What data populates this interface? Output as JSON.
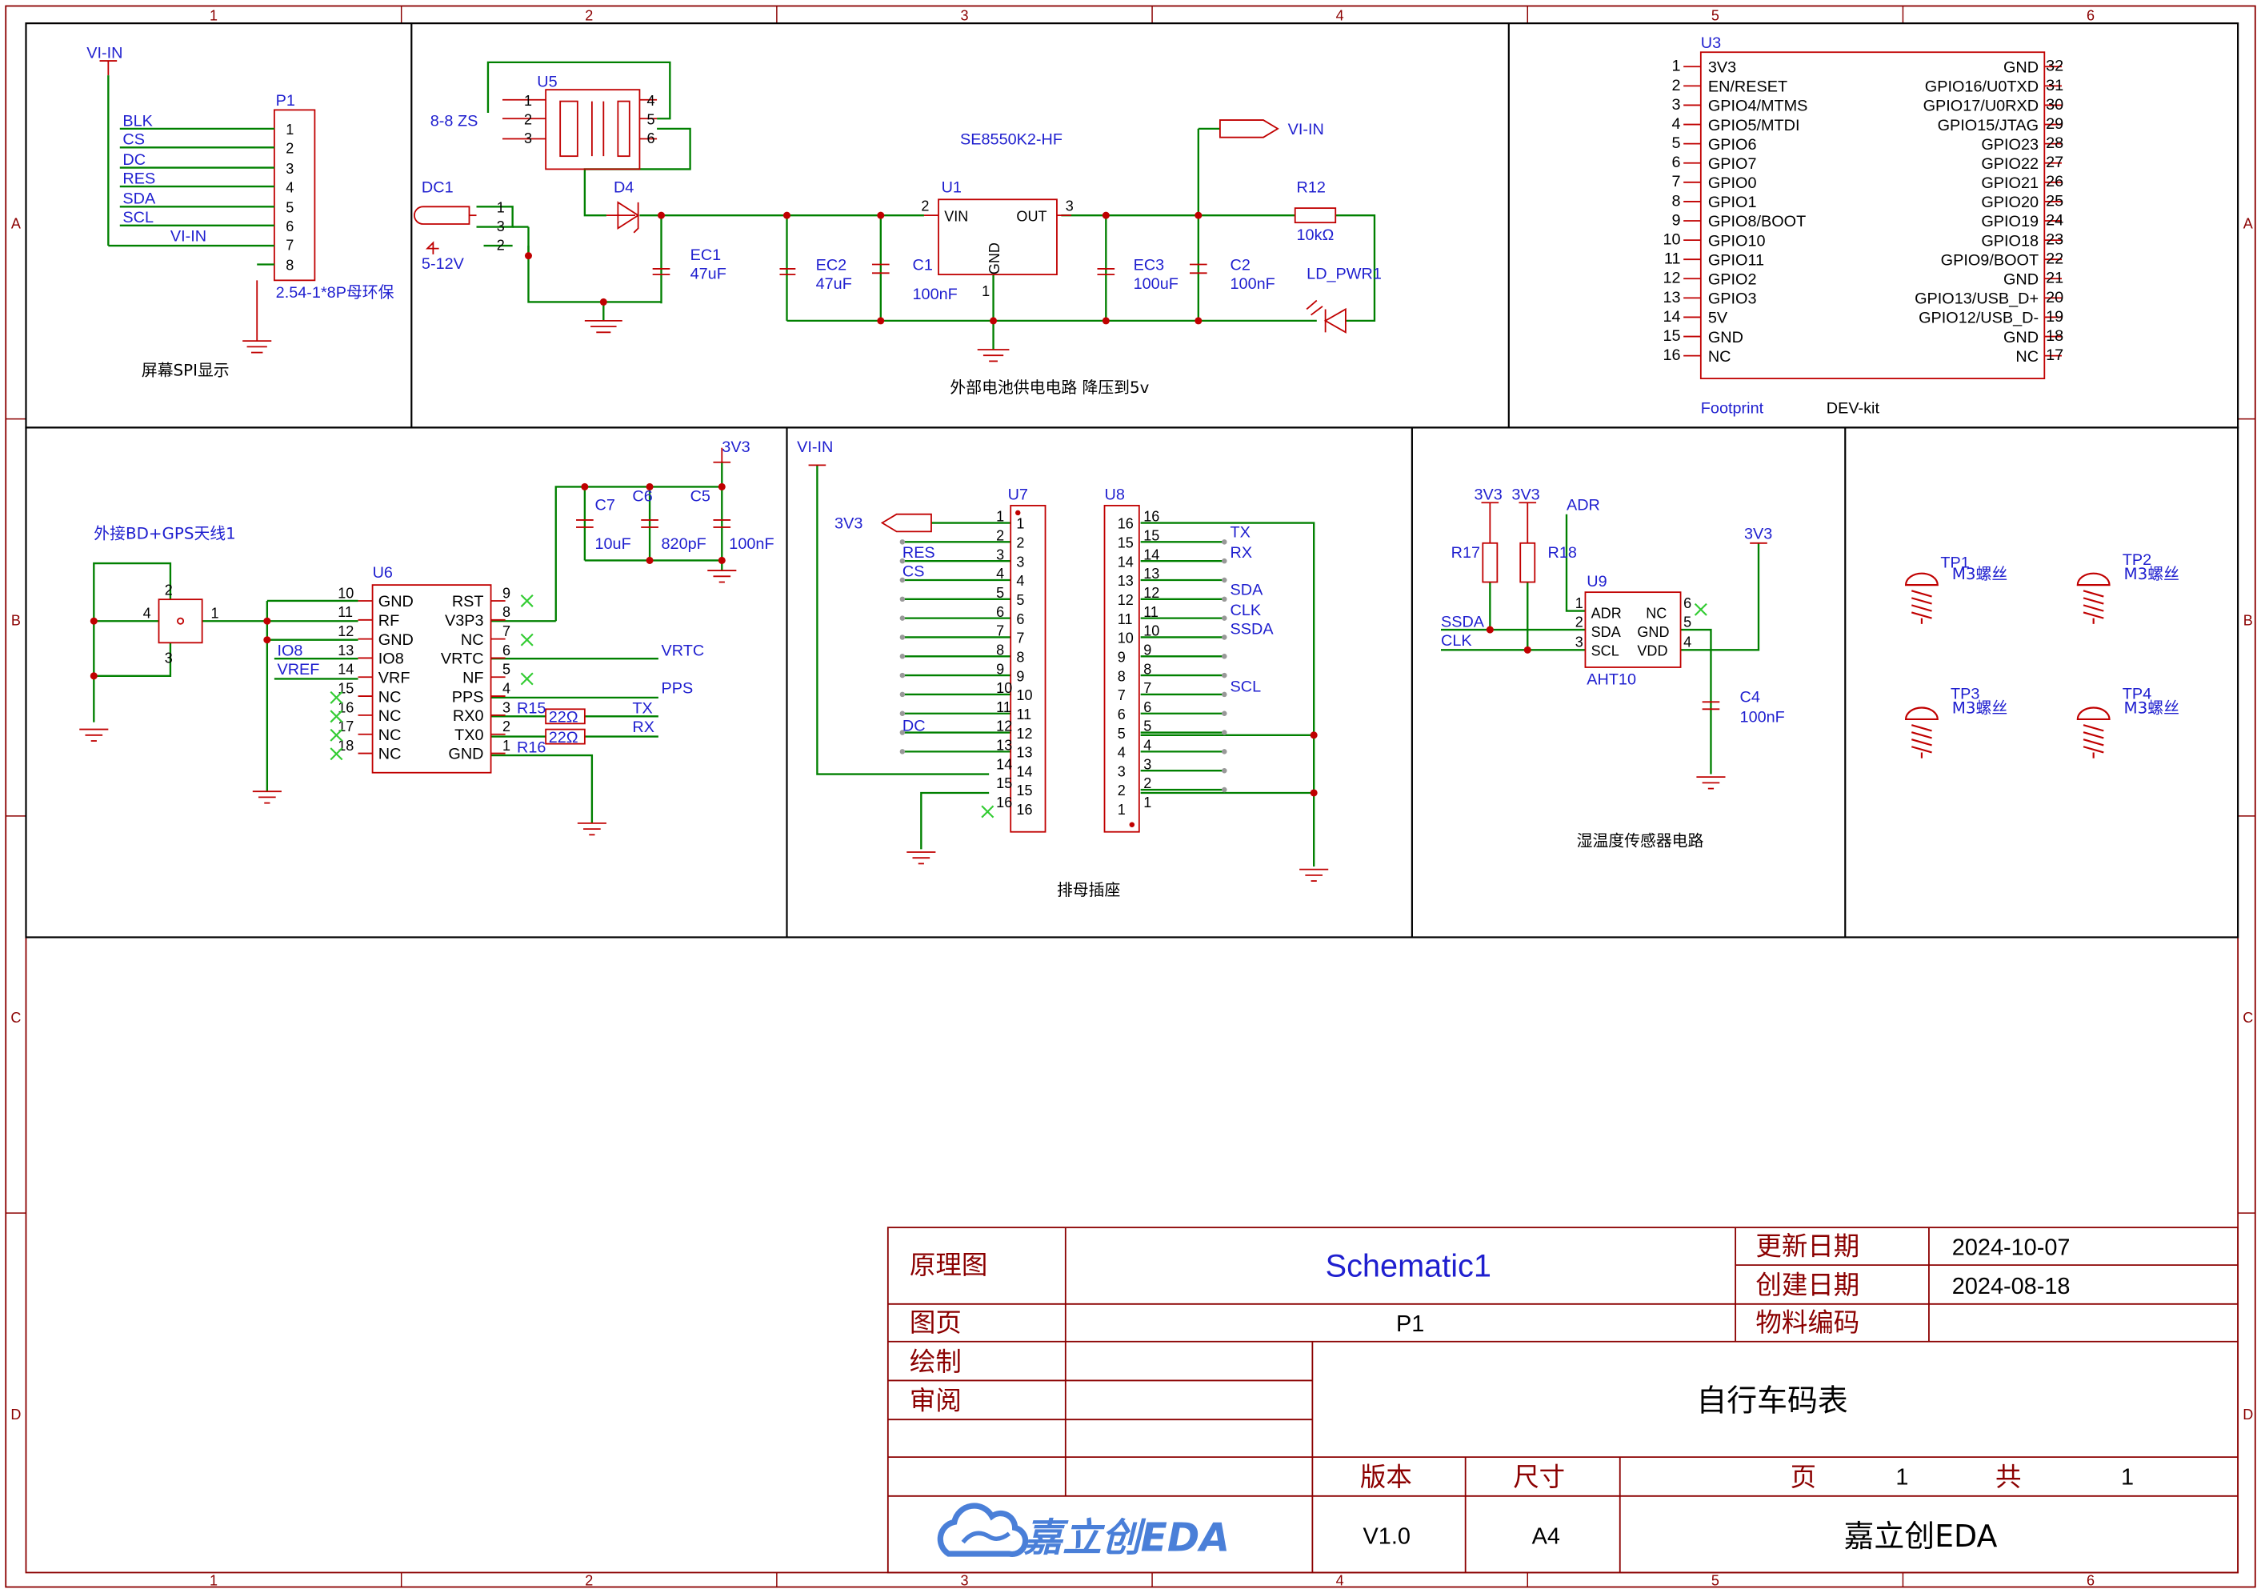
{
  "colors": {
    "frame": "#8b0000",
    "wire": "#008000",
    "component": "#c00000",
    "label_blue": "#1f1fcf",
    "text_black": "#000000",
    "noconnect": "#33cc33",
    "title_brand": "#4a7fd8"
  },
  "frame": {
    "columns": [
      "1",
      "2",
      "3",
      "4",
      "5",
      "6"
    ],
    "rows": [
      "A",
      "B",
      "C",
      "D"
    ]
  },
  "sections": {
    "spi_display": {
      "caption": "屏幕SPI显示",
      "vin_label": "VI-IN",
      "connector": {
        "ref": "P1",
        "value": "2.54-1*8P母环保",
        "pins": [
          "1",
          "2",
          "3",
          "4",
          "5",
          "6",
          "7",
          "8"
        ],
        "nets": [
          "BLK",
          "CS",
          "DC",
          "RES",
          "SDA",
          "SCL",
          "VI-IN"
        ]
      }
    },
    "power": {
      "caption": "外部电池供电电路 降压到5v",
      "switch": {
        "ref": "U5",
        "value": "8-8 ZS",
        "pins": [
          "1",
          "2",
          "3",
          "4",
          "5",
          "6"
        ]
      },
      "jack": {
        "ref": "DC1",
        "value": "5-12V",
        "pins": [
          "1",
          "3",
          "2"
        ]
      },
      "diode": {
        "ref": "D4"
      },
      "regulator": {
        "ref": "U1",
        "value": "SE8550K2-HF",
        "vin": "VIN",
        "out": "OUT",
        "gnd": "GND",
        "pins": [
          "2",
          "3",
          "1"
        ]
      },
      "caps": [
        {
          "ref": "EC1",
          "value": "47uF"
        },
        {
          "ref": "EC2",
          "value": "47uF"
        },
        {
          "ref": "C1",
          "value": "100nF"
        },
        {
          "ref": "EC3",
          "value": "100uF"
        },
        {
          "ref": "C2",
          "value": "100nF"
        }
      ],
      "resistor": {
        "ref": "R12",
        "value": "10kΩ"
      },
      "led": {
        "ref": "LD_PWR1"
      },
      "vin_flag": "VI-IN"
    },
    "esp32": {
      "ref": "U3",
      "footprint_label": "Footprint",
      "footprint_value": "DEV-kit",
      "left_pins": [
        {
          "num": "1",
          "name": "3V3"
        },
        {
          "num": "2",
          "name": "EN/RESET"
        },
        {
          "num": "3",
          "name": "GPIO4/MTMS"
        },
        {
          "num": "4",
          "name": "GPIO5/MTDI"
        },
        {
          "num": "5",
          "name": "GPIO6"
        },
        {
          "num": "6",
          "name": "GPIO7"
        },
        {
          "num": "7",
          "name": "GPIO0"
        },
        {
          "num": "8",
          "name": "GPIO1"
        },
        {
          "num": "9",
          "name": "GPIO8/BOOT"
        },
        {
          "num": "10",
          "name": "GPIO10"
        },
        {
          "num": "11",
          "name": "GPIO11"
        },
        {
          "num": "12",
          "name": "GPIO2"
        },
        {
          "num": "13",
          "name": "GPIO3"
        },
        {
          "num": "14",
          "name": "5V"
        },
        {
          "num": "15",
          "name": "GND"
        },
        {
          "num": "16",
          "name": "NC"
        }
      ],
      "right_pins": [
        {
          "num": "32",
          "name": "GND"
        },
        {
          "num": "31",
          "name": "GPIO16/U0TXD"
        },
        {
          "num": "30",
          "name": "GPIO17/U0RXD"
        },
        {
          "num": "29",
          "name": "GPIO15/JTAG"
        },
        {
          "num": "28",
          "name": "GPIO23"
        },
        {
          "num": "27",
          "name": "GPIO22"
        },
        {
          "num": "26",
          "name": "GPIO21"
        },
        {
          "num": "25",
          "name": "GPIO20"
        },
        {
          "num": "24",
          "name": "GPIO19"
        },
        {
          "num": "23",
          "name": "GPIO18"
        },
        {
          "num": "22",
          "name": "GPIO9/BOOT"
        },
        {
          "num": "21",
          "name": "GND"
        },
        {
          "num": "20",
          "name": "GPIO13/USB_D+"
        },
        {
          "num": "19",
          "name": "GPIO12/USB_D-"
        },
        {
          "num": "18",
          "name": "GND"
        },
        {
          "num": "17",
          "name": "NC"
        }
      ]
    },
    "gps": {
      "antenna_label": "外接BD+GPS天线1",
      "antenna_pins": [
        "2",
        "4",
        "1",
        "3"
      ],
      "module_ref": "U6",
      "left_pins": [
        {
          "num": "10",
          "name": "GND"
        },
        {
          "num": "11",
          "name": "RF"
        },
        {
          "num": "12",
          "name": "GND"
        },
        {
          "num": "13",
          "name": "IO8"
        },
        {
          "num": "14",
          "name": "VRF"
        },
        {
          "num": "15",
          "name": "NC"
        },
        {
          "num": "16",
          "name": "NC"
        },
        {
          "num": "17",
          "name": "NC"
        },
        {
          "num": "18",
          "name": "NC"
        }
      ],
      "right_pins": [
        {
          "num": "9",
          "name": "RST"
        },
        {
          "num": "8",
          "name": "V3P3"
        },
        {
          "num": "7",
          "name": "NC"
        },
        {
          "num": "6",
          "name": "VRTC"
        },
        {
          "num": "5",
          "name": "NF"
        },
        {
          "num": "4",
          "name": "PPS"
        },
        {
          "num": "3",
          "name": "RX0"
        },
        {
          "num": "2",
          "name": "TX0"
        },
        {
          "num": "1",
          "name": "GND"
        }
      ],
      "net_io8": "IO8",
      "net_vref": "VREF",
      "net_vrtc": "VRTC",
      "net_pps": "PPS",
      "net_tx": "TX",
      "net_rx": "RX",
      "power_flag": "3V3",
      "caps": [
        {
          "ref": "C7",
          "value": "10uF"
        },
        {
          "ref": "C6",
          "value": "820pF"
        },
        {
          "ref": "C5",
          "value": "100nF"
        }
      ],
      "resistors": [
        {
          "ref": "R15",
          "value": "22Ω"
        },
        {
          "ref": "R16",
          "value": "22Ω"
        }
      ]
    },
    "headers": {
      "caption": "排母插座",
      "vin_label": "VI-IN",
      "flag_3v3": "3V3",
      "u7": {
        "ref": "U7",
        "pins": [
          "1",
          "2",
          "3",
          "4",
          "5",
          "6",
          "7",
          "8",
          "9",
          "10",
          "11",
          "12",
          "13",
          "14",
          "15",
          "16"
        ]
      },
      "u8": {
        "ref": "U8",
        "pins": [
          "16",
          "15",
          "14",
          "13",
          "12",
          "11",
          "10",
          "9",
          "8",
          "7",
          "6",
          "5",
          "4",
          "3",
          "2",
          "1"
        ]
      },
      "u7_nets": [
        "RES",
        "CS",
        "DC"
      ],
      "u8_nets": [
        "TX",
        "RX",
        "SDA",
        "CLK",
        "SSDA",
        "SCL"
      ]
    },
    "sensor": {
      "caption": "湿温度传感器电路",
      "ref": "U9",
      "value": "AHT10",
      "left_pins": [
        {
          "num": "1",
          "name": "ADR"
        },
        {
          "num": "2",
          "name": "SDA"
        },
        {
          "num": "3",
          "name": "SCL"
        }
      ],
      "right_pins": [
        {
          "num": "6",
          "name": "NC"
        },
        {
          "num": "5",
          "name": "GND"
        },
        {
          "num": "4",
          "name": "VDD"
        }
      ],
      "flags": [
        "3V3",
        "3V3",
        "3V3"
      ],
      "adr_net": "ADR",
      "nets": [
        "SSDA",
        "CLK"
      ],
      "resistors": [
        {
          "ref": "R17"
        },
        {
          "ref": "R18"
        }
      ],
      "cap": {
        "ref": "C4",
        "value": "100nF"
      }
    },
    "mounting": {
      "holes": [
        {
          "ref": "TP1",
          "value": "M3螺丝"
        },
        {
          "ref": "TP2",
          "value": "M3螺丝"
        },
        {
          "ref": "TP3",
          "value": "M3螺丝"
        },
        {
          "ref": "TP4",
          "value": "M3螺丝"
        }
      ]
    }
  },
  "title_block": {
    "schematic_label": "原理图",
    "schematic_name": "Schematic1",
    "update_label": "更新日期",
    "update_date": "2024-10-07",
    "create_label": "创建日期",
    "create_date": "2024-08-18",
    "page_label": "图页",
    "page_name": "P1",
    "part_label": "物料编码",
    "drawn_label": "绘制",
    "review_label": "审阅",
    "project_title": "自行车码表",
    "version_label": "版本",
    "size_label": "尺寸",
    "sheet_label": "页",
    "sheet_value": "1",
    "total_label": "共",
    "total_value": "1",
    "brand": "嘉立创EDA",
    "version": "V1.0",
    "size": "A4",
    "company": "嘉立创EDA"
  }
}
